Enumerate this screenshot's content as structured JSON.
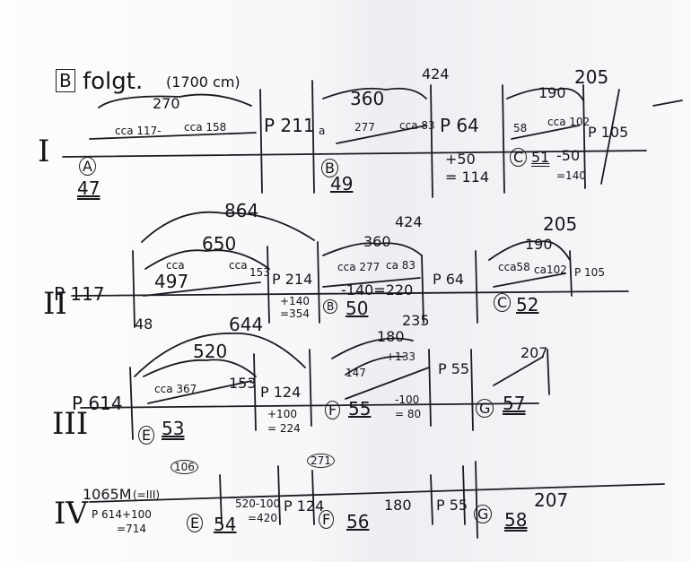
{
  "header": {
    "box": "B",
    "word": "folgt.",
    "paren": "(1700 cm)"
  },
  "rows": {
    "I": {
      "numeral": "I",
      "top": [
        "270",
        "cca 117-",
        "cca 158",
        "P 211",
        "360",
        "424",
        "a",
        "277",
        "cca 83",
        "P 64",
        "190",
        "205",
        "58",
        "cca 102",
        "P 105"
      ],
      "bottom": [
        "A",
        "47",
        "B",
        "49",
        "+50",
        "= 114",
        "C",
        "51",
        "-50",
        "=140"
      ]
    },
    "II": {
      "numeral": "II",
      "top": [
        "864",
        "650",
        "cca",
        "cca",
        "153",
        "P 117",
        "497",
        "P 214",
        "424",
        "360",
        "cca 277",
        "ca 83",
        "-140=220",
        "P 64",
        "205",
        "190",
        "cca58",
        "ca102",
        "P 105"
      ],
      "bottom": [
        "+140",
        "=354",
        "B",
        "50",
        "C",
        "52",
        "48"
      ]
    },
    "III": {
      "numeral": "III",
      "top": [
        "644",
        "520",
        "cca 367",
        "153",
        "P 614",
        "P 124",
        "+100",
        "= 224",
        "235",
        "180",
        "+133",
        "147",
        "P 55",
        "207"
      ],
      "bottom": [
        "E",
        "53",
        "F",
        "55",
        "-100",
        "= 80",
        "G",
        "57"
      ]
    },
    "IV": {
      "numeral": "IV",
      "main": [
        "1065M",
        "(=III)",
        "P 614+100",
        "=714",
        "E",
        "54",
        "520-100",
        "=420",
        "P 124",
        "F",
        "56",
        "180",
        "P 55",
        "G",
        "58",
        "207",
        "106",
        "271"
      ]
    }
  }
}
